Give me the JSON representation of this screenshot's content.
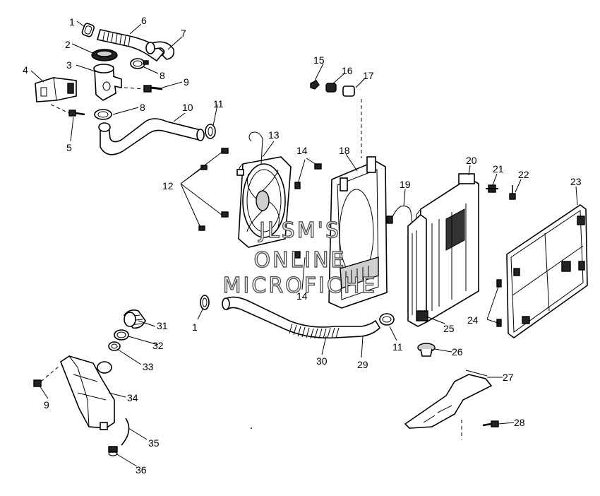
{
  "watermark": {
    "line1": "JLSM'S",
    "line2": "ONLINE",
    "line3": "MICROFICHE"
  },
  "callouts": [
    "1",
    "6",
    "7",
    "2",
    "3",
    "4",
    "8",
    "9",
    "8",
    "10",
    "11",
    "5",
    "15",
    "16",
    "17",
    "13",
    "14",
    "18",
    "12",
    "20",
    "21",
    "22",
    "19",
    "23",
    "14",
    "1",
    "24",
    "25",
    "31",
    "11",
    "32",
    "26",
    "30",
    "29",
    "33",
    "27",
    "34",
    "9",
    "28",
    "35",
    "36"
  ]
}
